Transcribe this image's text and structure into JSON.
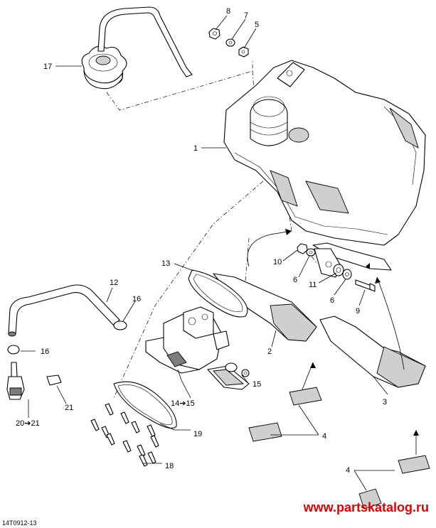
{
  "diagram": {
    "reference_code": "14T0912-13",
    "watermark": "www.partskatalog.ru",
    "callouts": {
      "c1": "1",
      "c2": "2",
      "c3": "3",
      "c4a": "4",
      "c4b": "4",
      "c5": "5",
      "c6a": "6",
      "c6b": "6",
      "c7": "7",
      "c8": "8",
      "c9": "9",
      "c10": "10",
      "c11": "11",
      "c12": "12",
      "c13": "13",
      "c1415": "14➔15",
      "c15": "15",
      "c16a": "16",
      "c16b": "16",
      "c17": "17",
      "c18": "18",
      "c19": "19",
      "c2021": "20➔21",
      "c21": "21"
    }
  }
}
